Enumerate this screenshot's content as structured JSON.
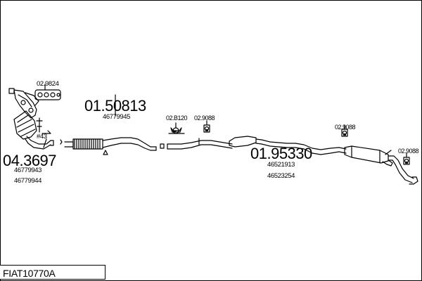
{
  "diagram": {
    "code": "FIAT10770A",
    "assemblies": [
      {
        "main": "04.3697",
        "oems": [
          "46779943",
          "46779944"
        ]
      },
      {
        "main": "01.50813",
        "oems": [
          "46779945"
        ]
      },
      {
        "main": "01.95330",
        "oems": [
          "46521913",
          "46523254"
        ]
      }
    ],
    "gasket_manifold": "02.9824",
    "gasket_flange": "02.B120",
    "hangers": [
      "02.9088",
      "02.9088",
      "02.9088"
    ],
    "torque_note": "#43"
  }
}
